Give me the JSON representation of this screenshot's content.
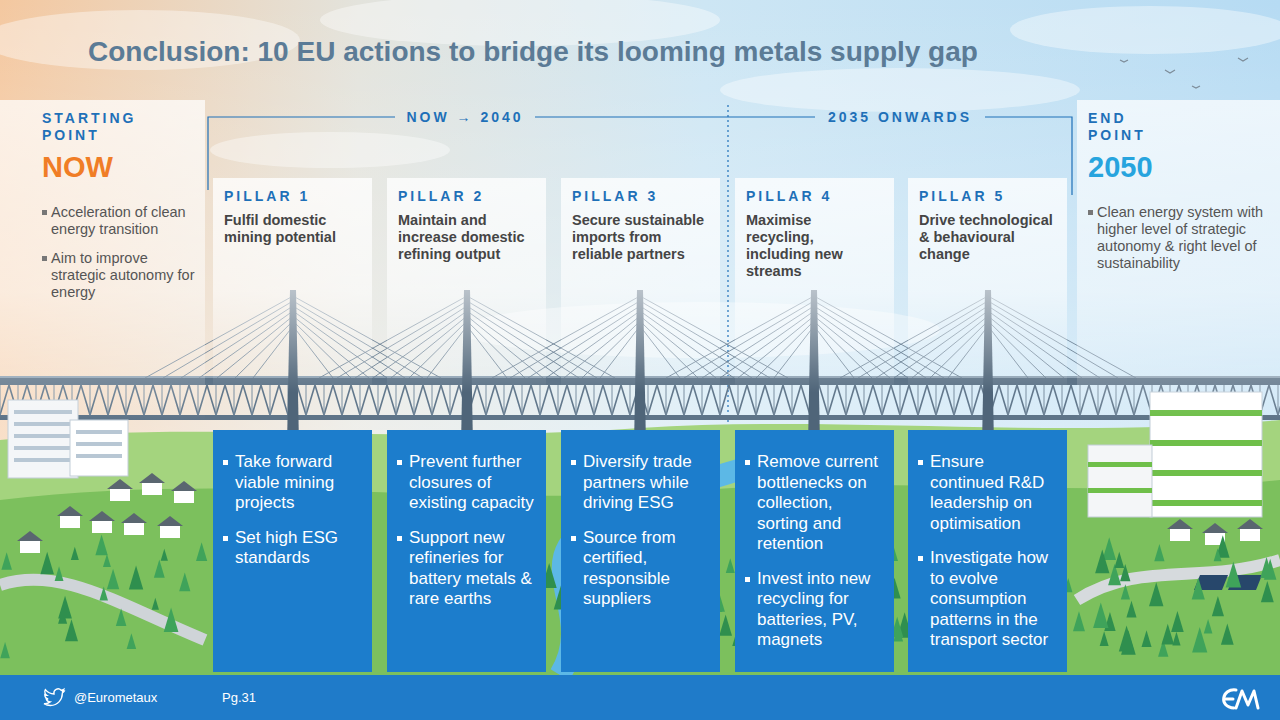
{
  "diagram": {
    "title": "Conclusion: 10 EU actions to bridge its looming metals supply gap",
    "nodes": [
      {
        "text": [
          "STARTING POINT",
          "NOW",
          "Acceleration of clean energy transition",
          "Aim to improve strategic autonomy for energy"
        ]
      },
      {
        "text": [
          "PILLAR 1",
          "Fulfil domestic mining potential"
        ]
      },
      {
        "text": [
          "Take forward viable mining projects",
          "Set high ESG standards"
        ]
      },
      {
        "text": [
          "PILLAR 2",
          "Maintain and increase domestic refining output"
        ]
      },
      {
        "text": [
          "Prevent further closures of existing capacity",
          "Support new refineries for battery metals & rare earths"
        ]
      },
      {
        "text": [
          "PILLAR 3",
          "Secure sustainable imports from reliable partners"
        ]
      },
      {
        "text": [
          "Diversify trade partners while driving ESG",
          "Source from certified, responsible suppliers"
        ]
      },
      {
        "text": [
          "PILLAR 4",
          "Maximise recycling, including new streams"
        ]
      },
      {
        "text": [
          "Remove current bottlenecks on collection, sorting and retention",
          "Invest into new recycling for batteries, PV, magnets"
        ]
      },
      {
        "text": [
          "PILLAR 5",
          "Drive technological & behavioural change"
        ]
      },
      {
        "text": [
          "Ensure continued R&D leadership on optimisation",
          "Investigate how to evolve consumption patterns in the transport sector"
        ]
      },
      {
        "text": [
          "END POINT",
          "2050",
          "Clean energy system with higher level of strategic autonomy & right level of sustainability"
        ]
      }
    ],
    "labels": [
      "NOW → 2040",
      "2035 ONWARDS",
      "@Eurometaux",
      "Pg.31"
    ]
  }
}
